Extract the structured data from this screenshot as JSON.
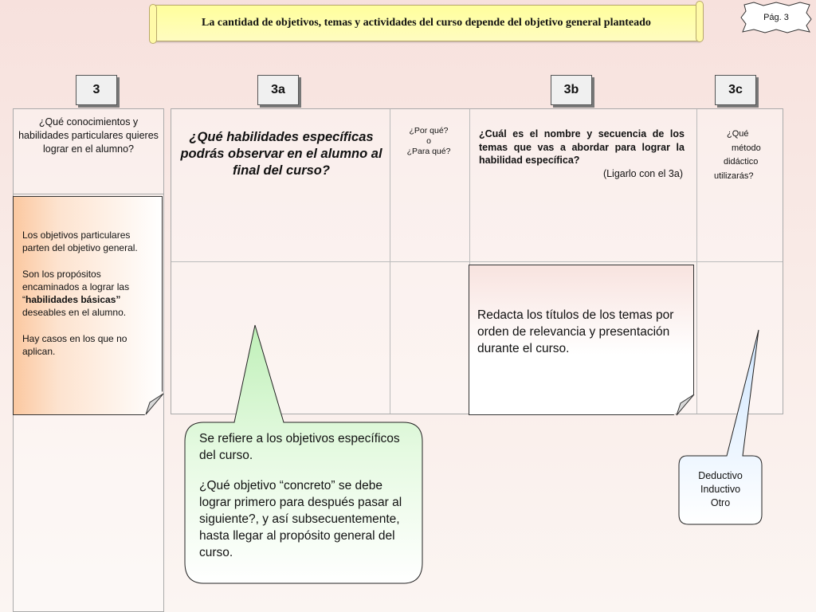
{
  "banner": {
    "text": "La cantidad de objetivos, temas y actividades del curso depende del objetivo general planteado"
  },
  "page_seal": {
    "text": "Pág. 3"
  },
  "tags": {
    "col3": "3",
    "col3a": "3a",
    "col3b": "3b",
    "col3c": "3c"
  },
  "col3": {
    "question": "¿Qué conocimientos y habilidades particulares quieres lograr en el alumno?"
  },
  "col3a": {
    "question": "¿Qué habilidades específicas podrás observar en el alumno al final del curso?"
  },
  "col_why": {
    "line1": "¿Por qué?",
    "line2": "o",
    "line3": "¿Para qué?"
  },
  "col3b": {
    "question": "¿Cuál es el nombre y secuencia de los temas que vas a abordar para lograr la habilidad específica?",
    "note": "(Ligarlo con el 3a)"
  },
  "col3c": {
    "line1": "¿Qué",
    "line2": "método",
    "line3": "didáctico",
    "line4": "utilizarás?"
  },
  "note_objectives": {
    "p1": "Los objetivos particulares parten del objetivo general.",
    "p2a": "Son los propósitos encaminados a lograr las “",
    "p2b": "habilidades básicas”",
    "p2c": " deseables en el alumno.",
    "p3": "Hay casos en los que no aplican."
  },
  "note_topics": {
    "text": "Redacta los títulos de los temas por orden de relevancia y presentación durante el curso."
  },
  "callout_specific": {
    "p1": "Se refiere a los objetivos específicos del curso.",
    "p2": "¿Qué objetivo “concreto” se debe lograr primero para después pasar al siguiente?, y así subsecuentemente, hasta llegar al propósito general del curso."
  },
  "callout_method": {
    "line1": "Deductivo",
    "line2": "Inductivo",
    "line3": "Otro"
  },
  "colors": {
    "banner": "#ffff9c",
    "note_orange": "#fbc8a0",
    "callout_green": "#d9f7d3",
    "callout_blue": "#e3f0ff"
  }
}
